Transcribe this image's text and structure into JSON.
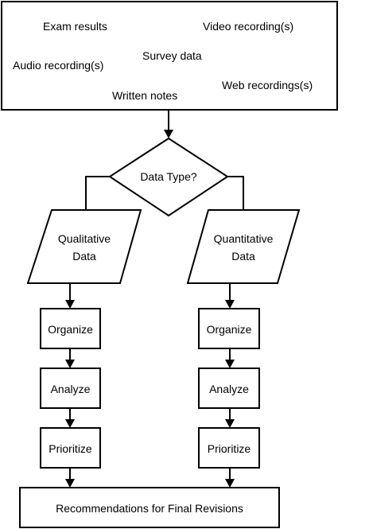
{
  "sources": {
    "exam_results": "Exam results",
    "video_recordings": "Video recording(s)",
    "audio_recordings": "Audio recording(s)",
    "survey_data": "Survey data",
    "web_recordings": "Web recordings(s)",
    "written_notes": "Written notes"
  },
  "decision": {
    "label": "Data Type?"
  },
  "qualitative": {
    "title_line1": "Qualitative",
    "title_line2": "Data",
    "organize": "Organize",
    "analyze": "Analyze",
    "prioritize": "Prioritize"
  },
  "quantitative": {
    "title_line1": "Quantitative",
    "title_line2": "Data",
    "organize": "Organize",
    "analyze": "Analyze",
    "prioritize": "Prioritize"
  },
  "final": {
    "label": "Recommendations for Final Revisions"
  }
}
